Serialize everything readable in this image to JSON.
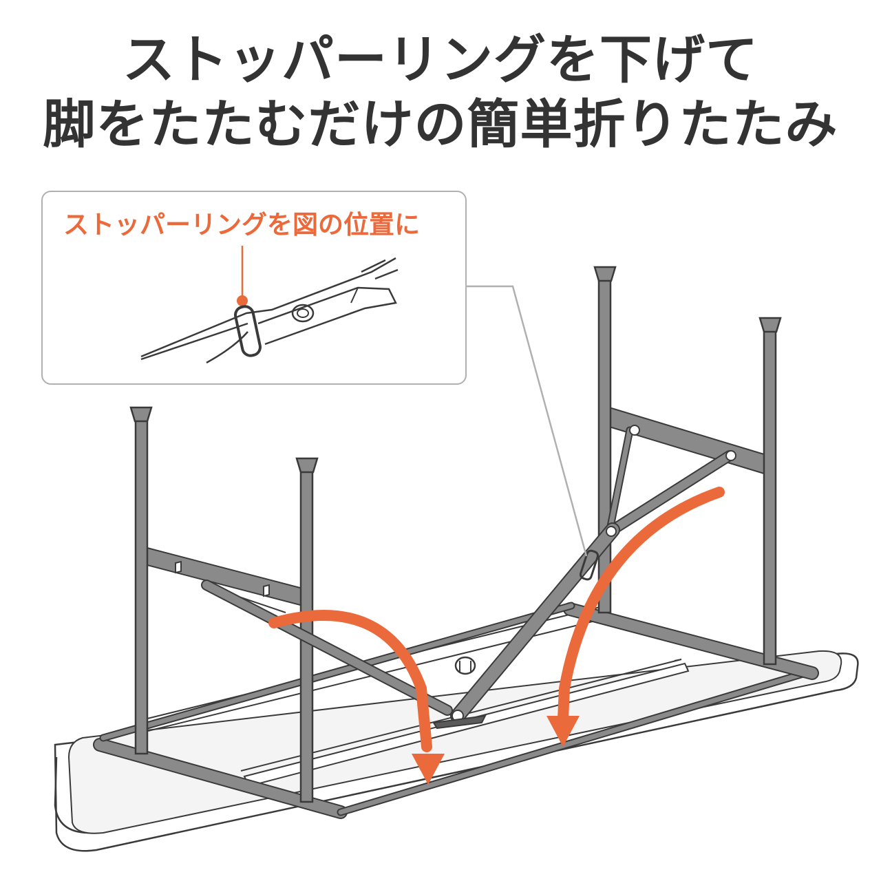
{
  "headline": {
    "line1": "ストッパーリングを下げて",
    "line2": "脚をたたむだけの簡単折りたたみ"
  },
  "callout": {
    "text": "ストッパーリングを図の位置に"
  },
  "colors": {
    "text": "#333333",
    "accent": "#ea6a3c",
    "frame": "#8a8a8a",
    "frame_dark": "#5a5a5a",
    "outline": "#3a3a3a",
    "callout_border": "#b0b0b0"
  },
  "icons": [
    "stopper-ring-detail",
    "fold-arrow",
    "folding-table"
  ]
}
